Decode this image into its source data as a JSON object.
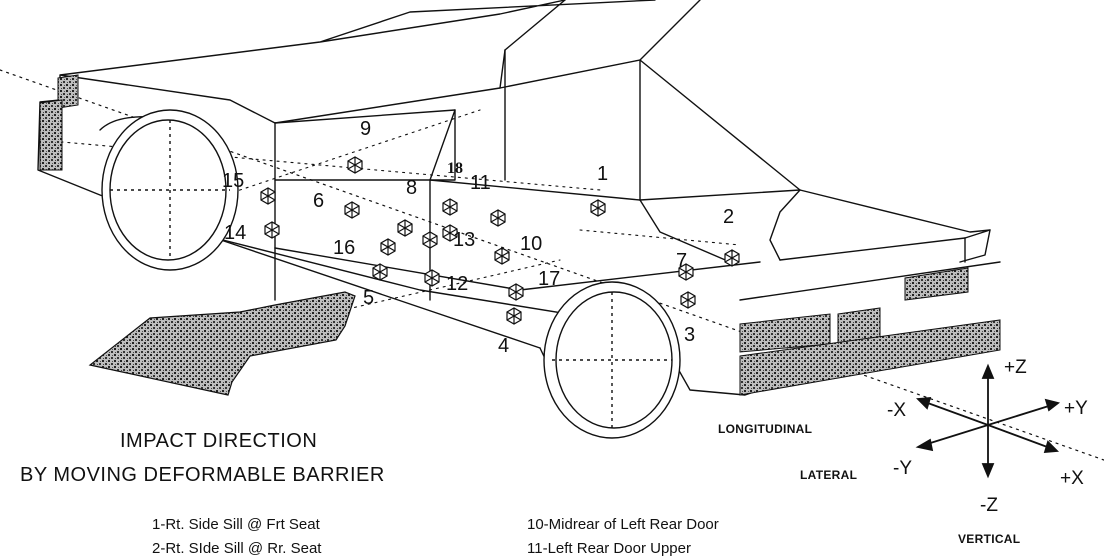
{
  "impact": {
    "line1": "IMPACT DIRECTION",
    "line2": "BY MOVING DEFORMABLE BARRIER"
  },
  "axes": {
    "plus_z": "+Z",
    "minus_z": "-Z",
    "plus_y": "+Y",
    "minus_y": "-Y",
    "plus_x": "+X",
    "minus_x": "-X",
    "longitudinal": "LONGITUDINAL",
    "lateral": "LATERAL",
    "vertical": "VERTICAL"
  },
  "points": [
    "1",
    "2",
    "3",
    "4",
    "5",
    "6",
    "7",
    "8",
    "9",
    "10",
    "11",
    "12",
    "13",
    "14",
    "15",
    "16",
    "17",
    "18"
  ],
  "legend": [
    "1-Rt. Side Sill @ Frt Seat",
    "2-Rt. SIde Sill @ Rr. Seat",
    "10-Midrear of Left Rear Door",
    "11-Left Rear Door Upper"
  ]
}
